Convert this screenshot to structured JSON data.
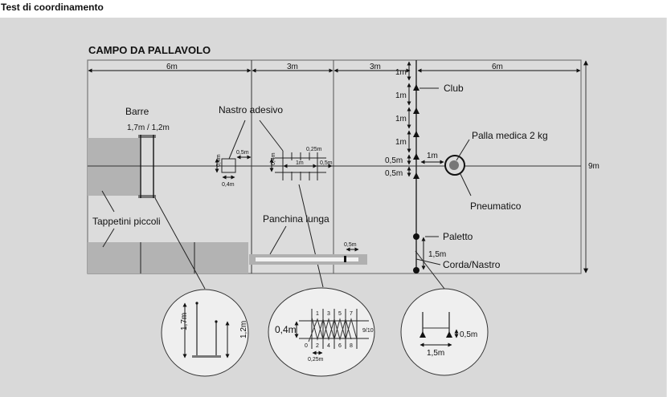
{
  "page": {
    "title": "Test di coordinamento"
  },
  "diagram": {
    "heading": "CAMPO DA PALLAVOLO",
    "dimensions": {
      "seg1": "6m",
      "seg2": "3m",
      "seg3": "3m",
      "seg4": "6m",
      "height": "9m"
    },
    "labels": {
      "barre": "Barre",
      "barre_height": "1,7m / 1,2m",
      "nastro": "Nastro adesivo",
      "tappetini": "Tappetini piccoli",
      "panchina": "Panchina lunga",
      "club": "Club",
      "palla": "Palla medica 2 kg",
      "pneumatico": "Pneumatico",
      "paletto": "Paletto",
      "corda": "Corda/Nastro"
    },
    "small_dims": {
      "box_h": "0,4m",
      "box_w": "0,4m",
      "box_gap": "0,5m",
      "tape_h": "0,4m",
      "tape_w": "1m",
      "tape_step": "0,25m",
      "tape_gap": "0,5m",
      "club_steps": [
        "1m",
        "1m",
        "1m",
        "1m",
        "0,5m",
        "0,5m"
      ],
      "ball_gap": "1m",
      "bench_gap": "0,5m",
      "post_gap": "1,5m"
    },
    "detail_bars": {
      "high": "1,7m",
      "low": "1,2m"
    },
    "detail_tape": {
      "height": "0,4m",
      "step": "0,25m",
      "top_numbers": [
        "1",
        "3",
        "5",
        "7"
      ],
      "bottom_numbers": [
        "0",
        "2",
        "4",
        "6",
        "8"
      ],
      "end": "9/10"
    },
    "detail_posts": {
      "height": "0,5m",
      "width": "1,5m"
    }
  }
}
